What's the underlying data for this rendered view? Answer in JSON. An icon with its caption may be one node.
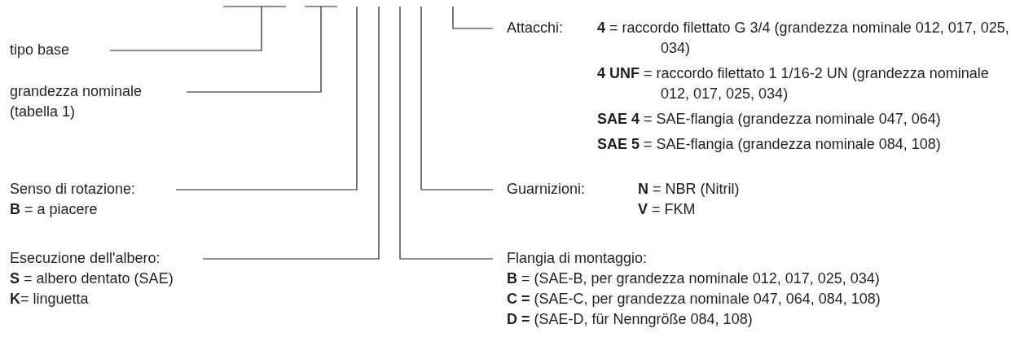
{
  "diagram": {
    "nodes": [
      {
        "text": [
          "tipo base"
        ]
      },
      {
        "text": [
          "grandezza nominale (tabella 1)"
        ]
      },
      {
        "text": [
          "Senso di rotazione:",
          "**B** = a piacere"
        ]
      },
      {
        "text": [
          "Esecuzione dell'albero:",
          "**S** = albero dentato (SAE)",
          "**K**= linguetta"
        ]
      },
      {
        "text": [
          "Flangia di montaggio:",
          "**B** = (SAE-B, per grandezza nominale 012, 017, 025, 034)",
          "**C =** (SAE-C, per grandezza nominale 047, 064, 084, 108)",
          "**D =** (SAE-D, für Nenngröße 084, 108)"
        ]
      },
      {
        "text": [
          "Guarnizioni:",
          "**N** = NBR (Nitril)",
          "**V** = FKM"
        ]
      },
      {
        "text": [
          "Attacchi:",
          "**4** = raccordo filettato G 3/4 (grandezza nominale 012, 017, 025, 034)",
          "**4 UNF** = raccordo filettato 1 1/16-2 UN (grandezza nominale 012, 017, 025, 034)",
          "**SAE 4** = SAE-flangia (grandezza nominale 047, 064)",
          "**SAE 5** = SAE-flangia (grandezza nominale 084, 108)"
        ]
      }
    ],
    "edges": [
      {
        "from": 0,
        "to": null,
        "arrow": "none"
      },
      {
        "from": 1,
        "to": null,
        "arrow": "none"
      },
      {
        "from": 2,
        "to": null,
        "arrow": "none"
      },
      {
        "from": 3,
        "to": null,
        "arrow": "none"
      },
      {
        "from": 4,
        "to": null,
        "arrow": "none"
      },
      {
        "from": 5,
        "to": null,
        "arrow": "none"
      },
      {
        "from": 6,
        "to": null,
        "arrow": "none"
      }
    ]
  }
}
